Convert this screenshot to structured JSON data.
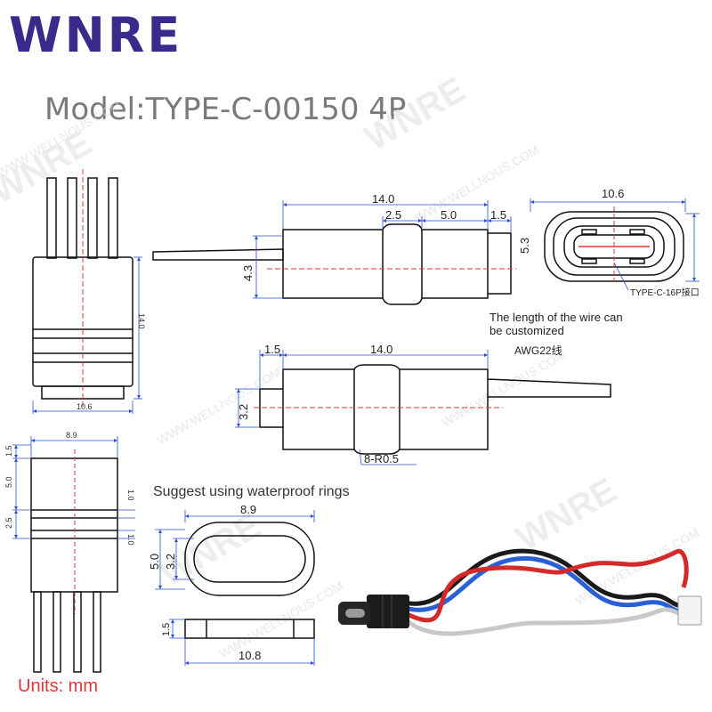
{
  "brand": {
    "logo": "WNRE"
  },
  "title": "Model:TYPE-C-00150 4P",
  "units": "Units: mm",
  "watermarks": [
    "WNRE",
    "WWW.WELLNOUS.COM"
  ],
  "notes": {
    "wire_length": "The length of the wire can be customized",
    "awg": "AWG22线",
    "port": "TYPE-C-16P接口",
    "suggest": "Suggest using waterproof rings"
  },
  "dimensions": {
    "front_height": "14.0",
    "front_width": "10.6",
    "side_total_width": "8.9",
    "side_top": "1.5",
    "side_upper": "5.0",
    "side_groove": "2.5",
    "side_ring_a": "1.0",
    "side_ring_b": "1.0",
    "top_total": "14.0",
    "top_seg_a": "2.5",
    "top_seg_b": "5.0",
    "top_seg_c": "1.5",
    "top_height": "4.3",
    "port_width": "10.6",
    "port_height": "5.3",
    "bottom_left": "1.5",
    "bottom_total": "14.0",
    "bottom_height": "3.2",
    "radius_note": "8-R0.5",
    "ring_width": "8.9",
    "ring_outer_h": "5.0",
    "ring_inner_h": "3.2",
    "ring_thick": "1.5",
    "ring_length": "10.8"
  },
  "colors": {
    "brand": "#3a2a8c",
    "dim_line": "#2a4fd6",
    "center_line": "#e0383a",
    "units": "#e0383a"
  }
}
